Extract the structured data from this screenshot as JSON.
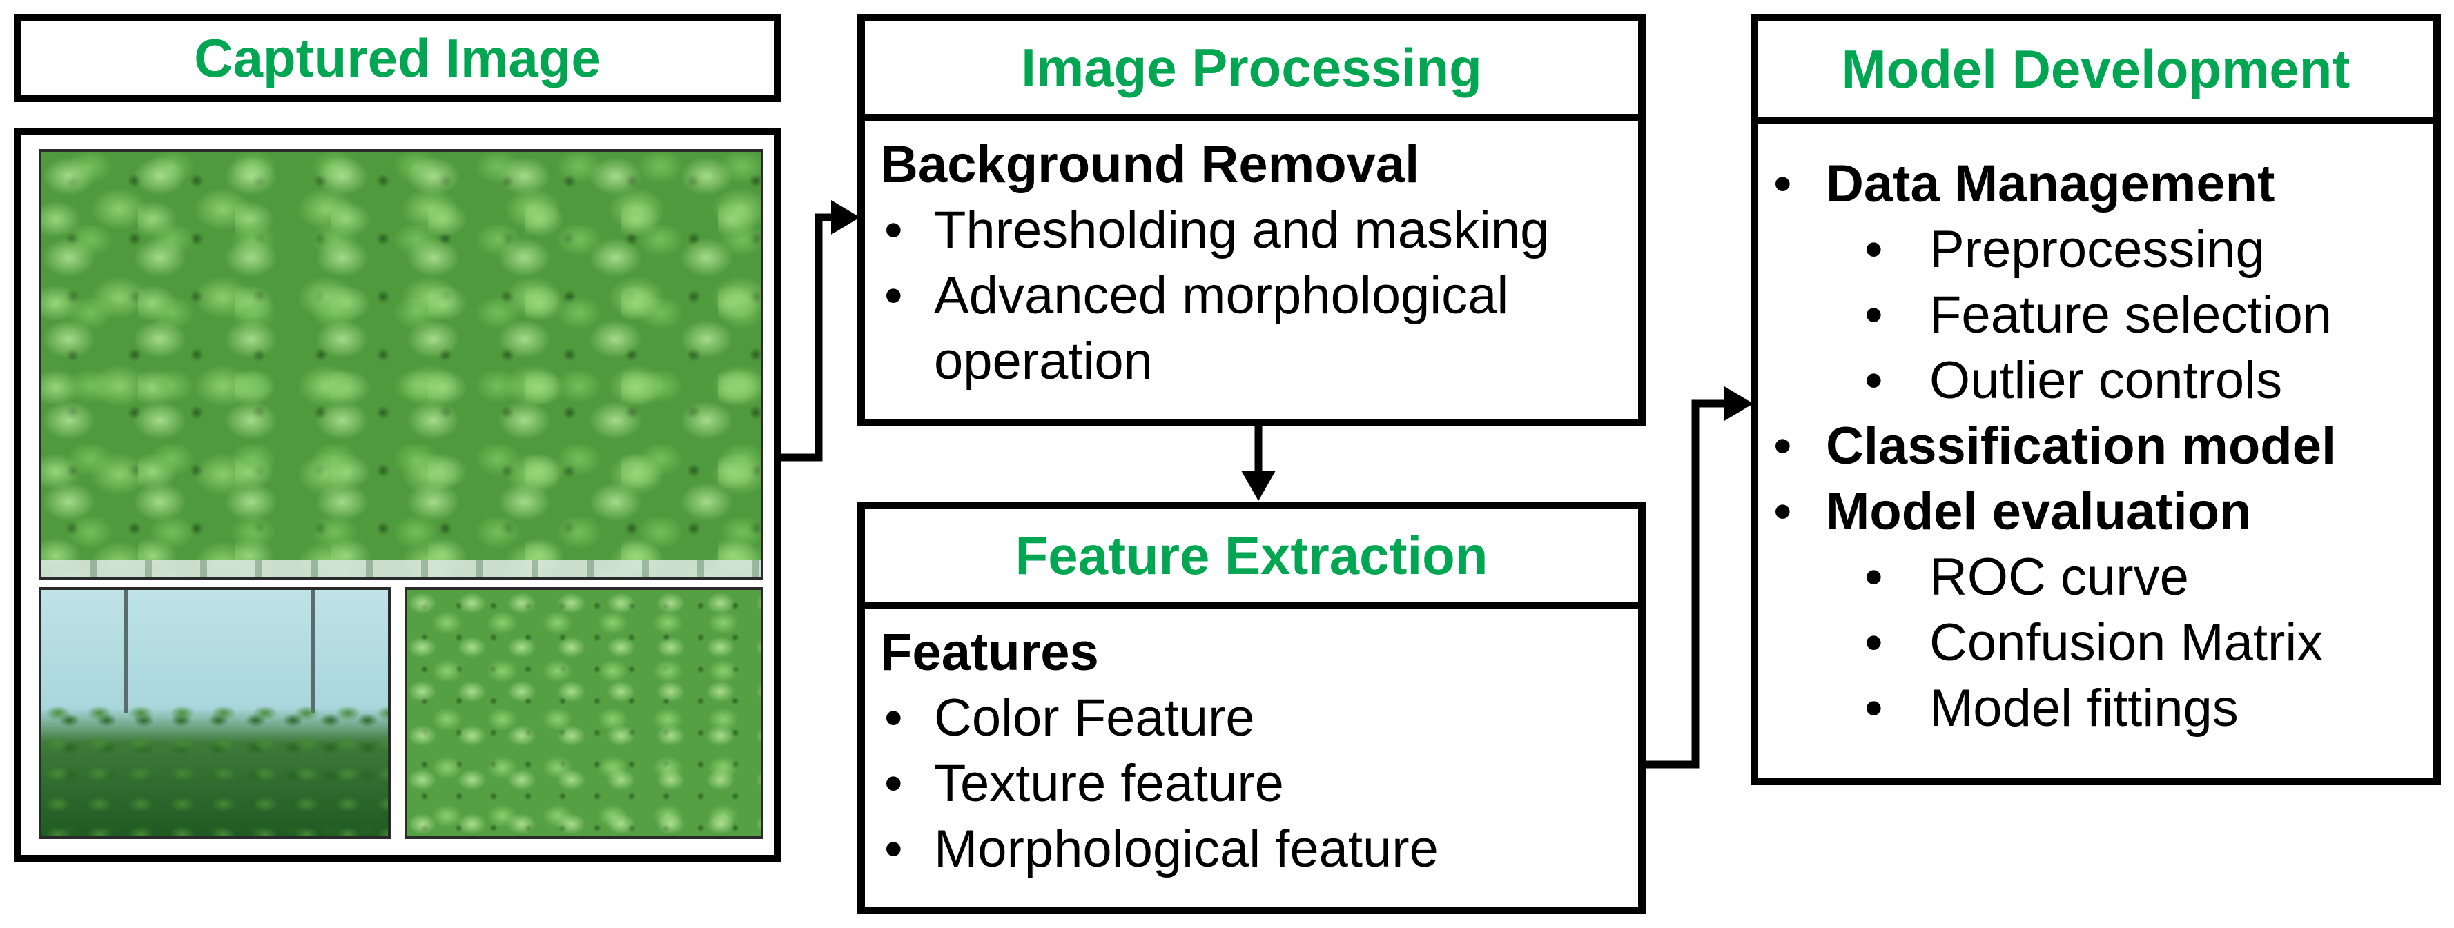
{
  "captured": {
    "title": "Captured Image"
  },
  "processing": {
    "title": "Image Processing",
    "heading": "Background Removal",
    "items": [
      "Thresholding and masking",
      "Advanced morphological",
      "operation"
    ]
  },
  "extraction": {
    "title": "Feature Extraction",
    "heading": "Features",
    "items": [
      "Color Feature",
      "Texture feature",
      "Morphological feature"
    ]
  },
  "model": {
    "title": "Model Development",
    "data_management": "Data Management",
    "dm_items": [
      "Preprocessing",
      "Feature selection",
      "Outlier controls"
    ],
    "classification": "Classification model",
    "evaluation": "Model evaluation",
    "eval_items": [
      "ROC curve",
      "Confusion Matrix",
      "Model fittings"
    ]
  },
  "colors": {
    "title_green": "#00a651",
    "border": "#000000"
  }
}
